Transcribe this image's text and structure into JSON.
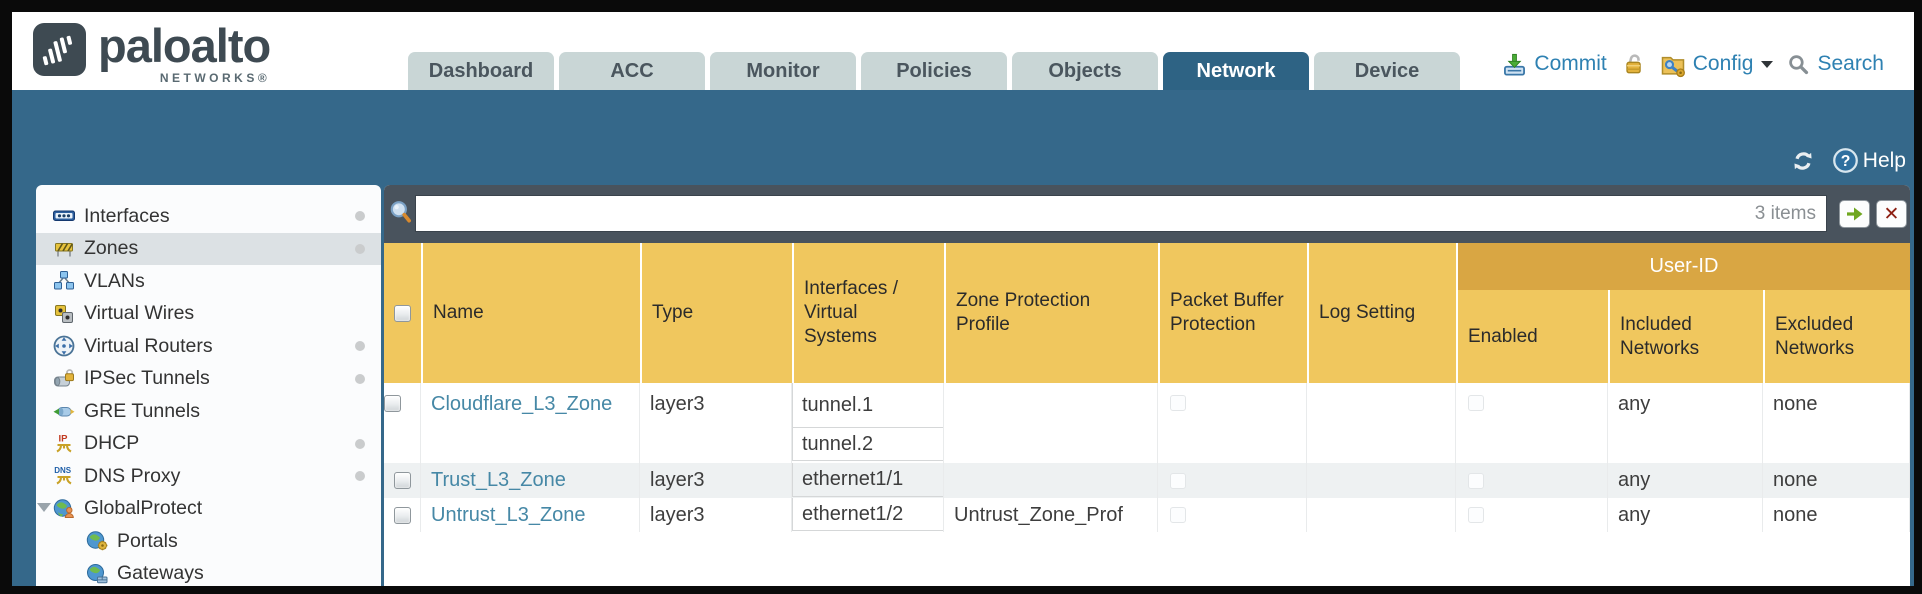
{
  "brand": {
    "name": "paloalto",
    "sub": "NETWORKS®"
  },
  "tabs": [
    {
      "label": "Dashboard",
      "active": false
    },
    {
      "label": "ACC",
      "active": false
    },
    {
      "label": "Monitor",
      "active": false
    },
    {
      "label": "Policies",
      "active": false
    },
    {
      "label": "Objects",
      "active": false
    },
    {
      "label": "Network",
      "active": true
    },
    {
      "label": "Device",
      "active": false
    }
  ],
  "header_actions": {
    "commit": "Commit",
    "config": "Config",
    "search": "Search"
  },
  "band": {
    "help": "Help"
  },
  "sidebar": {
    "items": [
      {
        "label": "Interfaces",
        "icon": "interfaces-icon",
        "selected": false,
        "dot": true,
        "indent": false,
        "expander": false
      },
      {
        "label": "Zones",
        "icon": "zones-icon",
        "selected": true,
        "dot": true,
        "indent": false,
        "expander": false
      },
      {
        "label": "VLANs",
        "icon": "vlans-icon",
        "selected": false,
        "dot": false,
        "indent": false,
        "expander": false
      },
      {
        "label": "Virtual Wires",
        "icon": "virtual-wires-icon",
        "selected": false,
        "dot": false,
        "indent": false,
        "expander": false
      },
      {
        "label": "Virtual Routers",
        "icon": "virtual-routers-icon",
        "selected": false,
        "dot": true,
        "indent": false,
        "expander": false
      },
      {
        "label": "IPSec Tunnels",
        "icon": "ipsec-tunnels-icon",
        "selected": false,
        "dot": true,
        "indent": false,
        "expander": false
      },
      {
        "label": "GRE Tunnels",
        "icon": "gre-tunnels-icon",
        "selected": false,
        "dot": false,
        "indent": false,
        "expander": false
      },
      {
        "label": "DHCP",
        "icon": "dhcp-icon",
        "selected": false,
        "dot": true,
        "indent": false,
        "expander": false
      },
      {
        "label": "DNS Proxy",
        "icon": "dns-proxy-icon",
        "selected": false,
        "dot": true,
        "indent": false,
        "expander": false
      },
      {
        "label": "GlobalProtect",
        "icon": "globalprotect-icon",
        "selected": false,
        "dot": false,
        "indent": false,
        "expander": true
      },
      {
        "label": "Portals",
        "icon": "portals-icon",
        "selected": false,
        "dot": false,
        "indent": true,
        "expander": false
      },
      {
        "label": "Gateways",
        "icon": "gateways-icon",
        "selected": false,
        "dot": false,
        "indent": true,
        "expander": false
      }
    ]
  },
  "toolbar": {
    "filter_value": "",
    "items_count": "3 items"
  },
  "table": {
    "group_header": "User-ID",
    "columns": [
      "",
      "Name",
      "Type",
      "Interfaces / Virtual Systems",
      "Zone Protection Profile",
      "Packet Buffer Protection",
      "Log Setting",
      "Enabled",
      "Included Networks",
      "Excluded Networks"
    ],
    "rows": [
      {
        "name": "Cloudflare_L3_Zone",
        "type": "layer3",
        "interfaces": [
          "tunnel.1",
          "tunnel.2"
        ],
        "zone_protection_profile": "",
        "log_setting": "",
        "included_networks": "any",
        "excluded_networks": "none"
      },
      {
        "name": "Trust_L3_Zone",
        "type": "layer3",
        "interfaces": [
          "ethernet1/1"
        ],
        "zone_protection_profile": "",
        "log_setting": "",
        "included_networks": "any",
        "excluded_networks": "none"
      },
      {
        "name": "Untrust_L3_Zone",
        "type": "layer3",
        "interfaces": [
          "ethernet1/2"
        ],
        "zone_protection_profile": "Untrust_Zone_Prof",
        "log_setting": "",
        "included_networks": "any",
        "excluded_networks": "none"
      }
    ]
  }
}
